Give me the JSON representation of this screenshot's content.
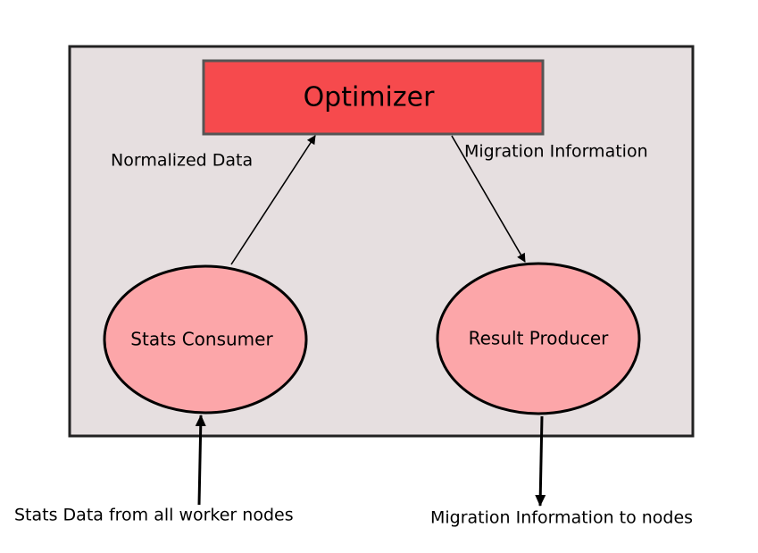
{
  "diagram": {
    "optimizer_label": "Optimizer",
    "stats_consumer_label": "Stats Consumer",
    "result_producer_label": "Result Producer",
    "edge_normalized_data": "Normalized Data",
    "edge_migration_information": "Migration Information",
    "input_stats_data": "Stats Data from all worker nodes",
    "output_migration_info": "Migration Information to nodes"
  },
  "colors": {
    "container_fill": "#e6dfe0",
    "container_stroke": "#222222",
    "optimizer_fill": "#f64a4d",
    "optimizer_stroke": "#555555",
    "node_fill": "#fca6a9",
    "node_stroke": "#000000"
  }
}
